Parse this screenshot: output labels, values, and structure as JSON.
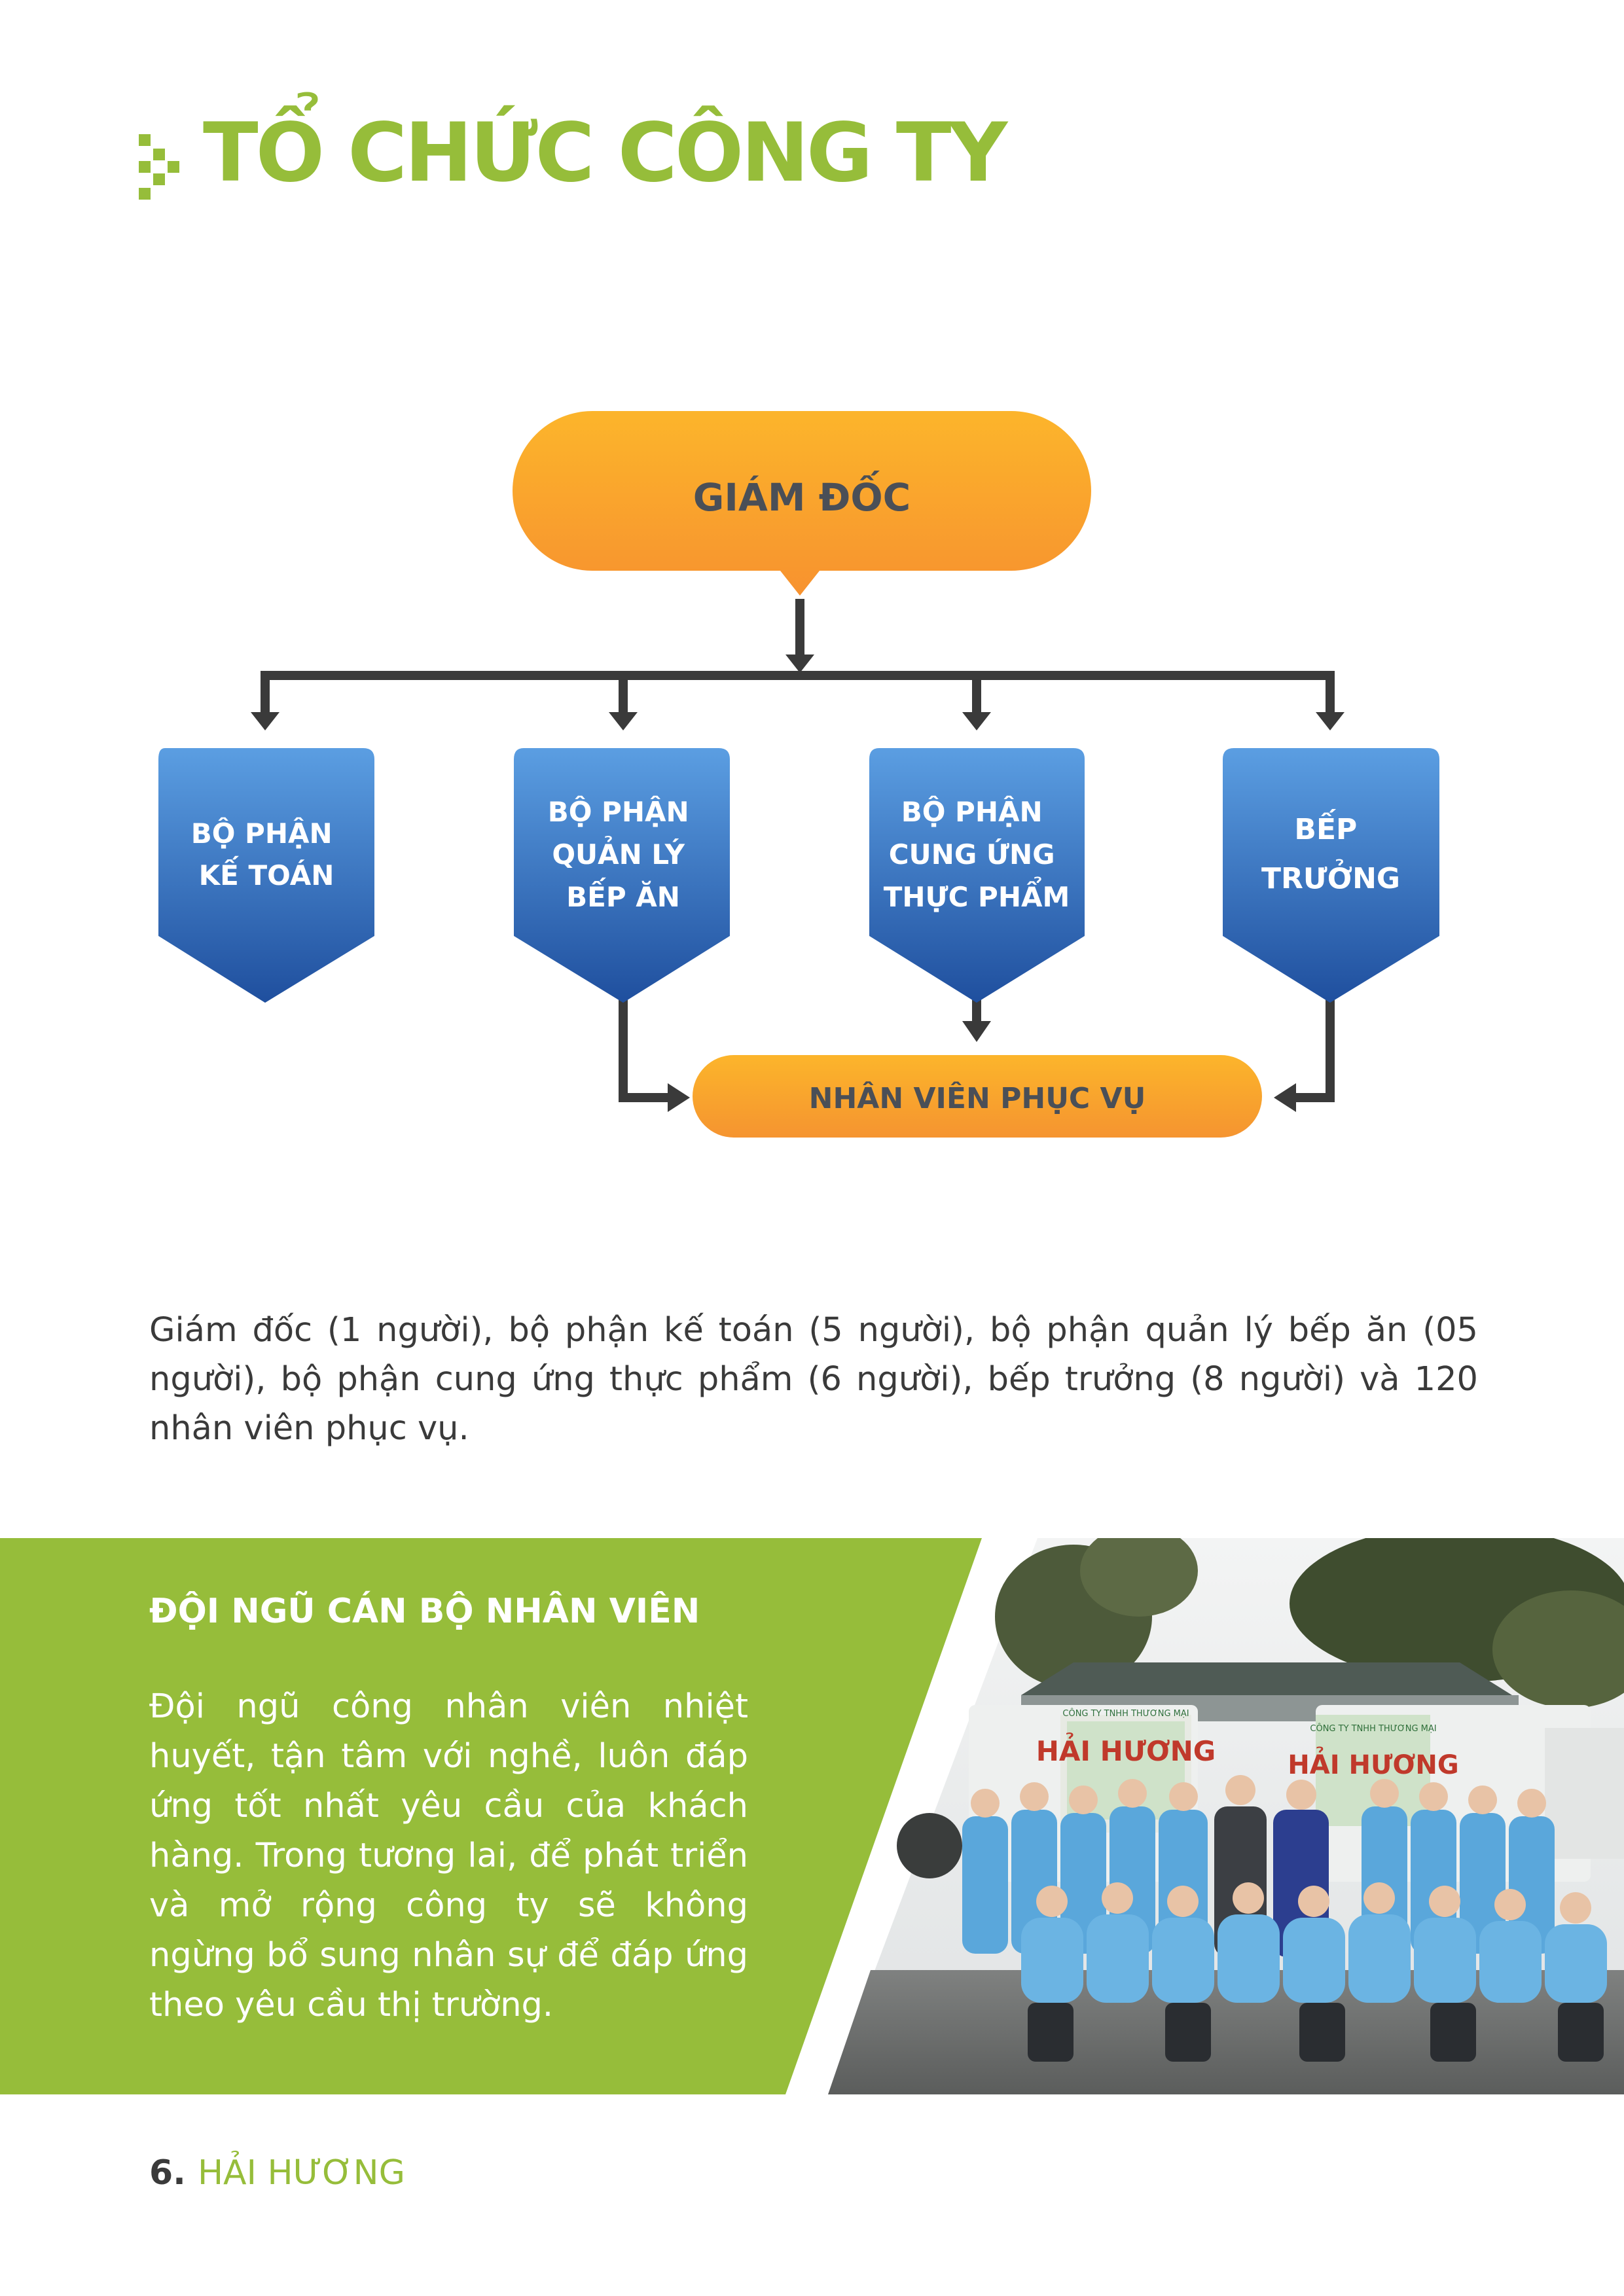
{
  "header": {
    "title": "TỔ CHỨC CÔNG TY"
  },
  "org_chart": {
    "top": "GIÁM ĐỐC",
    "departments": [
      {
        "lines": [
          "BỘ PHẬN",
          "KẾ TOÁN"
        ]
      },
      {
        "lines": [
          "BỘ PHẬN",
          "QUẢN LÝ",
          "BẾP ĂN"
        ]
      },
      {
        "lines": [
          "BỘ PHẬN",
          "CUNG ỨNG",
          "THỰC PHẨM"
        ]
      },
      {
        "lines": [
          "BẾP",
          "TRƯỞNG"
        ]
      }
    ],
    "bottom": "NHÂN VIÊN PHỤC VỤ",
    "colors": {
      "top_box": "#f9a72a",
      "department_box": "#2c64b4",
      "arrows": "#3a3a3a"
    }
  },
  "description": "Giám đốc (1 người), bộ phận kế toán (5 người), bộ phận quản lý bếp ăn (05 người), bộ phận cung ứng thực phẩm (6 người), bếp trưởng (8 người) và 120 nhân viên phục vụ.",
  "staff": {
    "heading": "ĐỘI NGŨ CÁN BỘ NHÂN VIÊN",
    "body": "Đội ngũ công nhân viên nhiệt huyết, tận tâm với nghề, luôn đáp ứng tốt nhất yêu cầu của khách hàng. Trong tương lai, để phát triển và mở rộng công ty sẽ không ngừng bổ sung nhân sự để đáp ứng theo yêu cầu thị trường.",
    "photo": {
      "van_sign_1": "CÔNG TY TNHH THƯƠNG MẠI",
      "van_sign_2": "CÔNG TY TNHH THƯƠNG MẠI",
      "van_brand": "HẢI HƯƠNG"
    },
    "accent_color": "#96bd3a"
  },
  "footer": {
    "page_number": "6.",
    "company": "HẢI HƯƠNG"
  }
}
